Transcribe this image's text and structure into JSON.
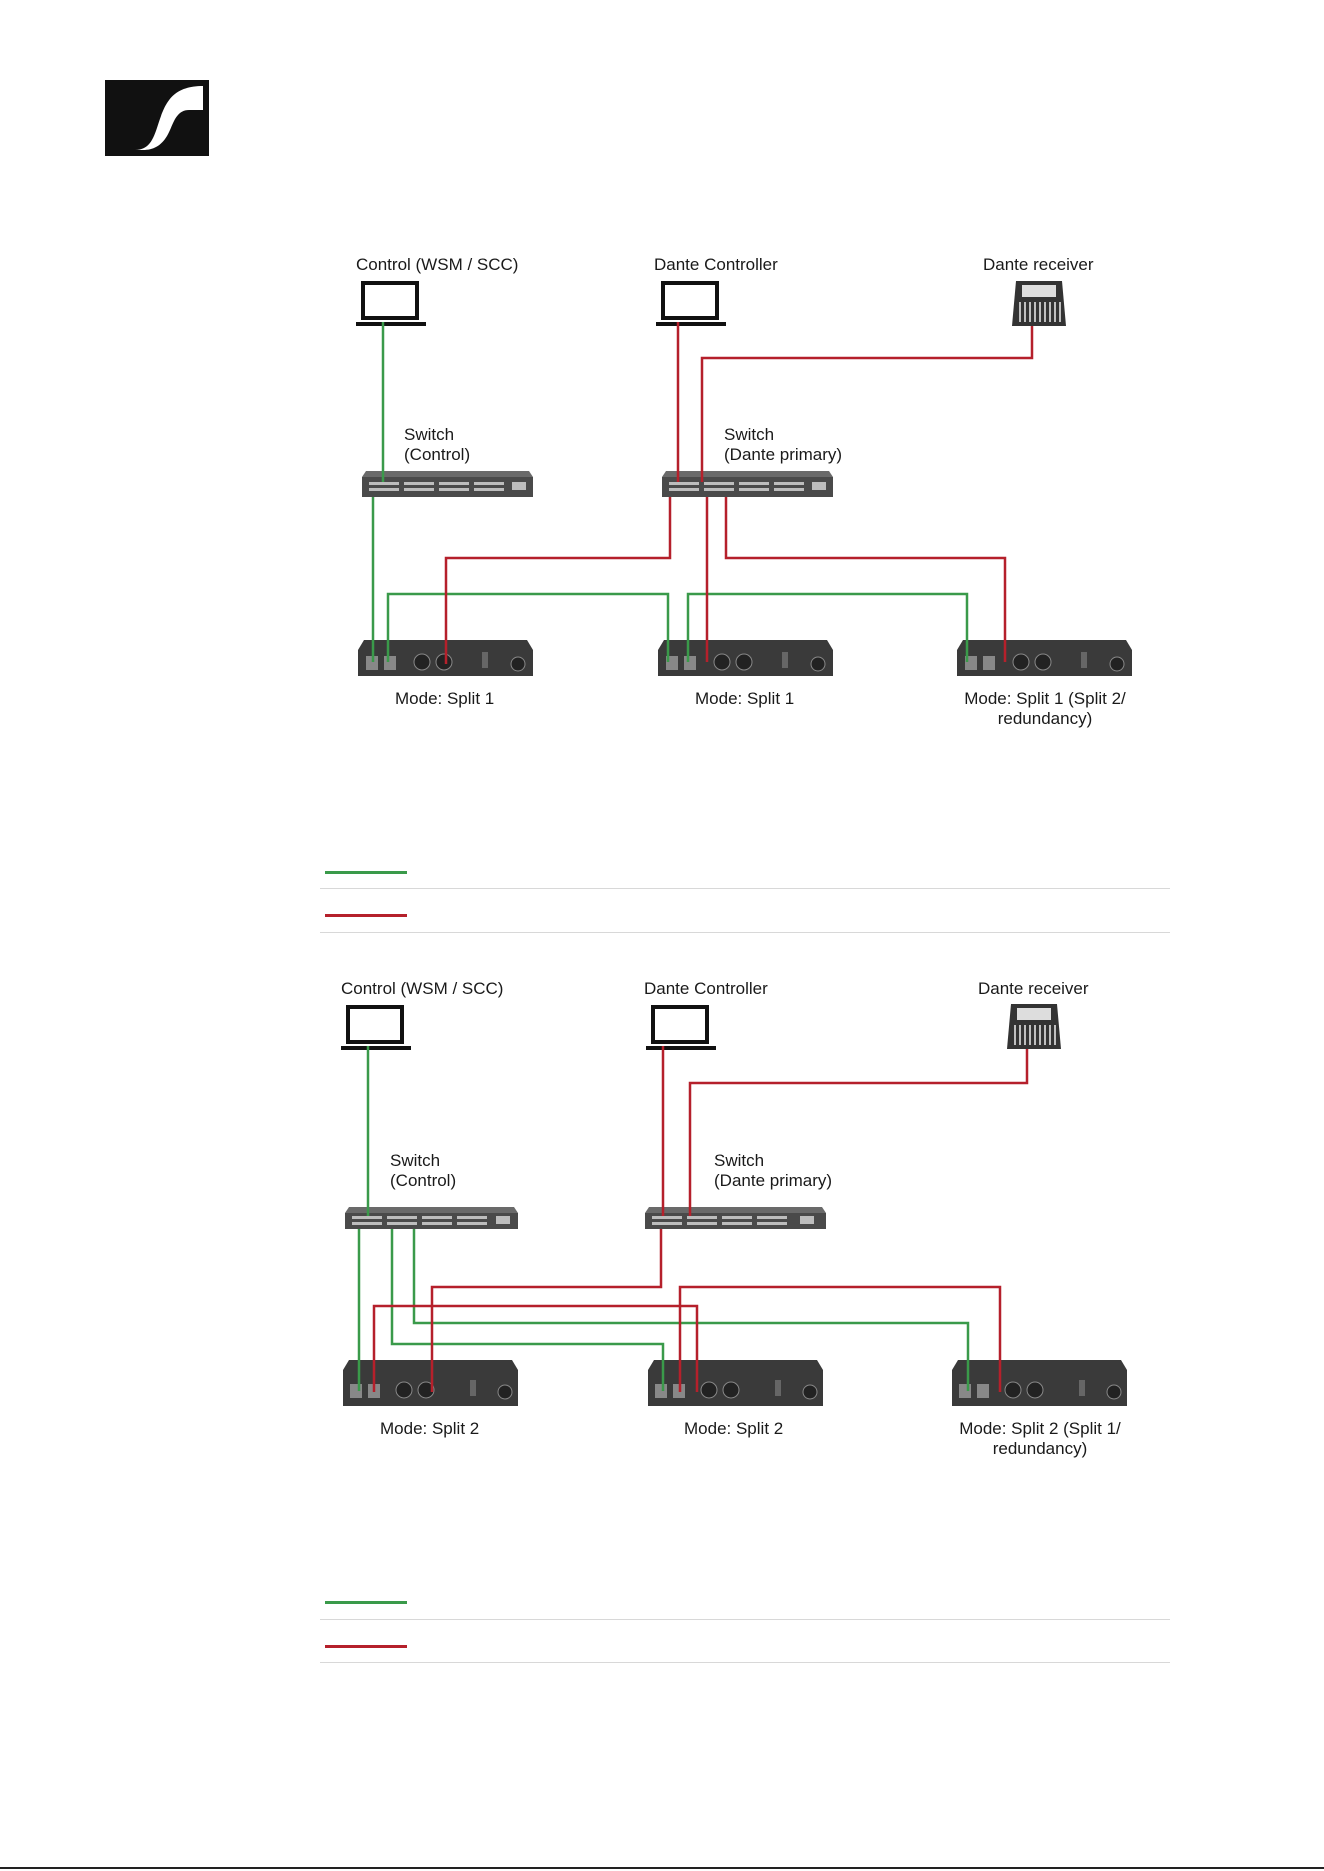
{
  "logo_name": "sennheiser-logo",
  "colors": {
    "control": "#3a9a4a",
    "dante": "#b5202b",
    "device": "#3a3a3a",
    "rule": "#d8d8d8"
  },
  "diagram1": {
    "labels": {
      "control_pc": "Control (WSM / SCC)",
      "dante_controller": "Dante Controller",
      "dante_receiver": "Dante receiver",
      "switch_control_1": "Switch",
      "switch_control_2": "(Control)",
      "switch_dante_1": "Switch",
      "switch_dante_2": "(Dante primary)",
      "device_a": "Mode: Split 1",
      "device_b": "Mode: Split 1",
      "device_c_1": "Mode: Split 1 (Split 2/",
      "device_c_2": "redundancy)"
    }
  },
  "diagram2": {
    "labels": {
      "control_pc": "Control (WSM / SCC)",
      "dante_controller": "Dante Controller",
      "dante_receiver": "Dante receiver",
      "switch_control_1": "Switch",
      "switch_control_2": "(Control)",
      "switch_dante_1": "Switch",
      "switch_dante_2": "(Dante primary)",
      "device_a": "Mode: Split 2",
      "device_b": "Mode: Split 2",
      "device_c_1": "Mode: Split 2 (Split 1/",
      "device_c_2": "redundancy)"
    }
  },
  "legend1": {
    "items": [
      {
        "color": "control",
        "text": ""
      },
      {
        "color": "dante",
        "text": ""
      }
    ]
  },
  "legend2": {
    "items": [
      {
        "color": "control",
        "text": ""
      },
      {
        "color": "dante",
        "text": ""
      }
    ]
  }
}
